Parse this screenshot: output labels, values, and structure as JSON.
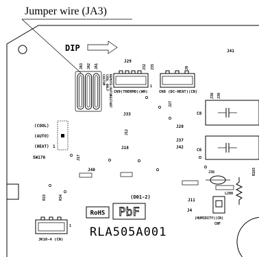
{
  "callout": {
    "label": "Jumper wire (JA3)"
  },
  "dip": {
    "label": "DIP",
    "arrow_icon": "hollow-right-arrow-icon"
  },
  "jumpers": {
    "refs": [
      "JA3",
      "JA2",
      "JA1"
    ],
    "functions": [
      "CUSTOM",
      "COOL ONLY",
      "REMOTE/AUTORESTART"
    ]
  },
  "connectors": {
    "thermo": "CN9(THERMO)(WH)",
    "heat": "CN8 (DC-HEAT)(CN)",
    "humidity": "(HUMIDITY)(CN)",
    "humidity_ref": "CNF",
    "bottom_left": "JK10-4 (CN)",
    "pin_one": "1"
  },
  "dip_switch": {
    "cool": "(COOL)",
    "auto": "(AUTO)",
    "heat": "(HEAT)",
    "pin_one": "1",
    "ref": "SW170"
  },
  "capacitors": [
    "C8",
    "C6"
  ],
  "refs": [
    "J41",
    "J29",
    "J32",
    "J35",
    "J8",
    "J38",
    "J39",
    "J27",
    "J33",
    "J20",
    "J12",
    "J18",
    "J37",
    "J42",
    "J36",
    "R183",
    "J40",
    "J17",
    "J11",
    "J4",
    "L200",
    "R33",
    "R34"
  ],
  "marks": {
    "rohs": "RoHS",
    "pbf": "PbF",
    "revision": "(D01-2)",
    "part_number": "RLA505A001"
  },
  "colors": {
    "ink": "#000000",
    "paper": "#ffffff"
  }
}
